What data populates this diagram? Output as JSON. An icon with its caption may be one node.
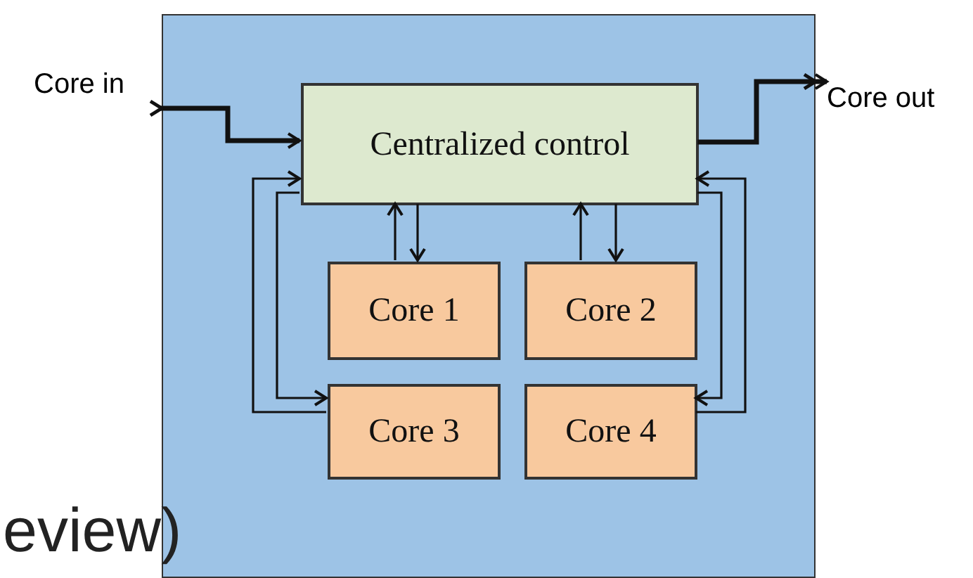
{
  "diagram": {
    "nodes": [
      {
        "text": [],
        "shape": "box"
      },
      {
        "text": [
          "Core in"
        ]
      },
      {
        "text": [
          "Centralized control"
        ],
        "in": 0
      },
      {
        "text": [
          "Core out"
        ]
      },
      {
        "text": [
          "Core 1"
        ],
        "in": 0
      },
      {
        "text": [
          "Core 2"
        ],
        "in": 0
      },
      {
        "text": [
          "Core 3"
        ],
        "in": 0
      },
      {
        "text": [
          "Core 4"
        ],
        "in": 0
      }
    ],
    "edges": [
      {
        "from": 1,
        "to": 2,
        "arrow": "to",
        "style": "thick"
      },
      {
        "from": 2,
        "to": 3,
        "arrow": "to",
        "style": "thick"
      },
      {
        "from": 4,
        "to": 2,
        "arrow": "to"
      },
      {
        "from": 2,
        "to": 4,
        "arrow": "to"
      },
      {
        "from": 5,
        "to": 2,
        "arrow": "to"
      },
      {
        "from": 2,
        "to": 5,
        "arrow": "to"
      },
      {
        "from": 6,
        "to": 2,
        "arrow": "to"
      },
      {
        "from": 2,
        "to": 6,
        "arrow": "to"
      },
      {
        "from": 7,
        "to": 2,
        "arrow": "to"
      },
      {
        "from": 2,
        "to": 7,
        "arrow": "to"
      }
    ],
    "labels": [
      "eview)"
    ]
  }
}
